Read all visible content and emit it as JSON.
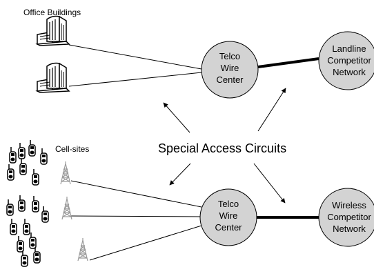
{
  "labels": {
    "office_buildings": "Office Buildings",
    "cell_sites": "Cell-sites",
    "special_access": "Special Access Circuits"
  },
  "nodes": {
    "telco_top": [
      "Telco",
      "Wire",
      "Center"
    ],
    "telco_bottom": [
      "Telco",
      "Wire",
      "Center"
    ],
    "landline": [
      "Landline",
      "Competitor",
      "Network"
    ],
    "wireless": [
      "Wireless",
      "Competitor",
      "Network"
    ]
  },
  "colors": {
    "node_fill": "#d3d3d3",
    "line": "#000000",
    "tower": "#9a9a9a"
  },
  "icons": {
    "building": "office-building-icon",
    "phone": "cell-phone-icon",
    "tower": "cell-tower-icon"
  }
}
